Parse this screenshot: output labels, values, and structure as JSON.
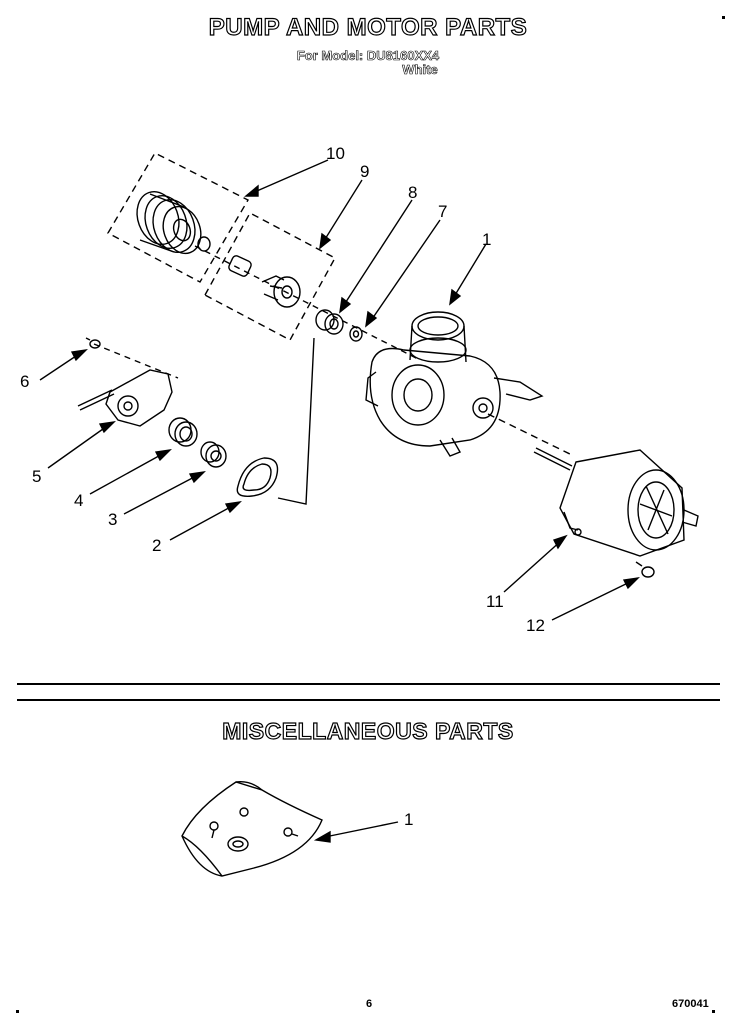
{
  "header": {
    "title": "PUMP AND MOTOR PARTS",
    "model_line": "For Model: DU8160XX4",
    "color_line": "White"
  },
  "pump_callouts": [
    "1",
    "2",
    "3",
    "4",
    "5",
    "6",
    "7",
    "8",
    "9",
    "10",
    "11",
    "12"
  ],
  "misc": {
    "title": "MISCELLANEOUS PARTS",
    "callouts": [
      "1"
    ]
  },
  "footer": {
    "page_number": "6",
    "doc_number": "670041"
  }
}
